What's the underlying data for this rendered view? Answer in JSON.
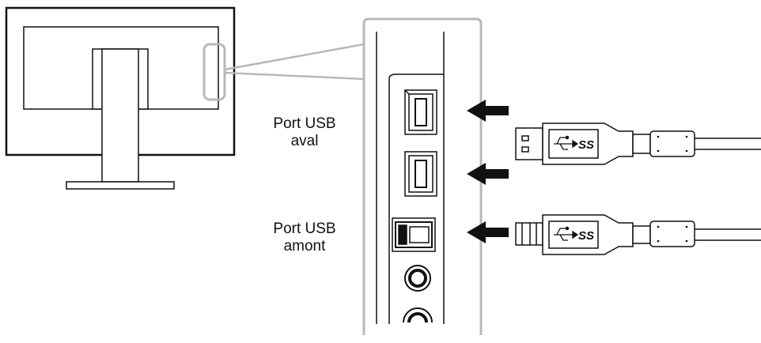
{
  "labels": {
    "downstream_line1": "Port USB",
    "downstream_line2": "aval",
    "upstream_line1": "Port USB",
    "upstream_line2": "amont"
  },
  "cable_logo_text": "SS",
  "icons": {
    "monitor": "monitor-icon",
    "arrow": "arrow-left-icon",
    "usb_a_plug": "usb-a-plug-icon",
    "usb_b_plug": "usb-b-plug-icon",
    "usb_logo": "usb-superspeed-logo"
  },
  "colors": {
    "stroke": "#111111",
    "zoom_frame": "#b8b8b8",
    "background": "#ffffff"
  }
}
